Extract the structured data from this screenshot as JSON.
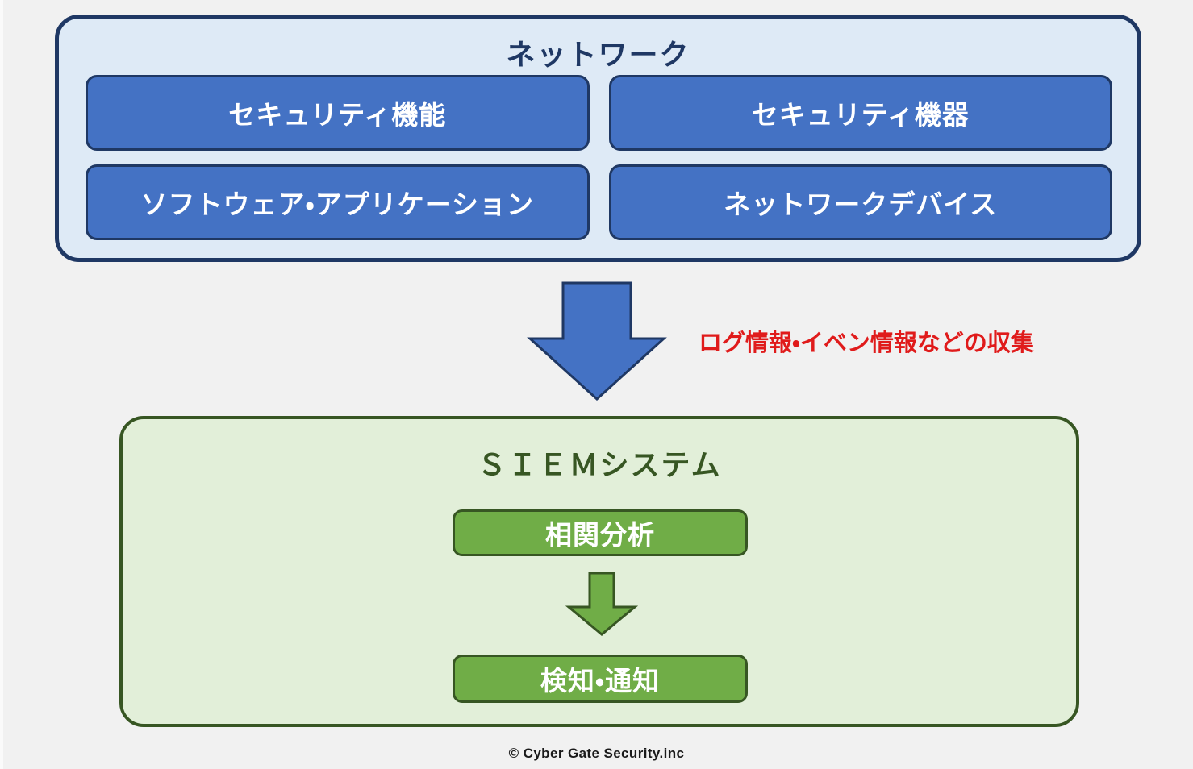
{
  "background_color": "#F1F1F1",
  "network": {
    "title": "ネットワーク",
    "fill_color": "#DEEAF6",
    "border_color": "#1F3864",
    "box_fill_color": "#4472C4",
    "boxes": [
      {
        "label": "セキュリティ機能"
      },
      {
        "label": "セキュリティ機器"
      },
      {
        "label": "ソフトウェア・アプリケーション"
      },
      {
        "label": "ネットワークデバイス"
      }
    ]
  },
  "flow": {
    "collect_label": "ログ情報・イベン情報などの収集",
    "collect_label_color": "#E01B1B",
    "arrow_fill_color": "#4472C4",
    "arrow_border_color": "#1F3864",
    "arrow_icon": "down-arrow-icon"
  },
  "siem": {
    "title": "ＳＩＥＭシステム",
    "fill_color": "#E2EFD9",
    "border_color": "#375623",
    "box_fill_color": "#70AD47",
    "analysis_label": "相関分析",
    "detect_label": "検知・通知",
    "arrow_icon": "down-arrow-icon",
    "arrow_fill_color": "#70AD47",
    "arrow_border_color": "#375623"
  },
  "footer": {
    "credit": "© Cyber Gate Security.inc"
  }
}
